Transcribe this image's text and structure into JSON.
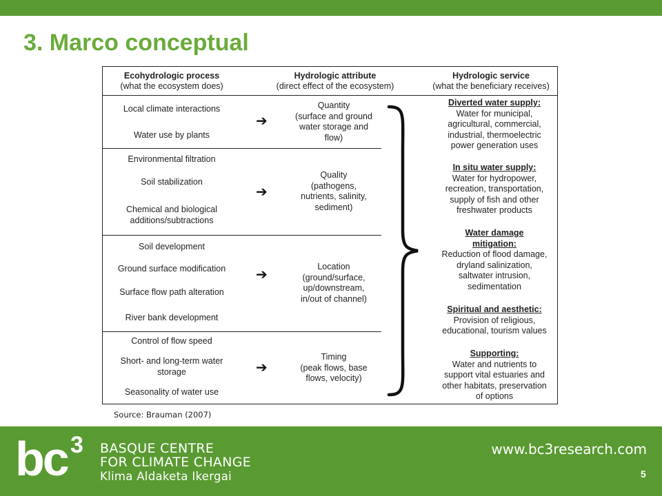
{
  "title": "3. Marco conceptual",
  "headers": {
    "process": {
      "title": "Ecohydrologic process",
      "subtitle": "(what the ecosystem does)"
    },
    "attribute": {
      "title": "Hydrologic attribute",
      "subtitle": "(direct effect of the ecosystem)"
    },
    "service": {
      "title": "Hydrologic service",
      "subtitle": "(what the beneficiary receives)"
    }
  },
  "groups": [
    {
      "processes": [
        "Local climate interactions",
        "Water use by plants"
      ],
      "attribute": [
        "Quantity",
        "(surface and ground",
        "water storage and",
        "flow)"
      ]
    },
    {
      "processes": [
        "Environmental filtration",
        "Soil stabilization",
        "Chemical and biological additions/subtractions"
      ],
      "attribute": [
        "Quality",
        "(pathogens,",
        "nutrients, salinity,",
        "sediment)"
      ]
    },
    {
      "processes": [
        "Soil development",
        "Ground surface modification",
        "Surface flow path alteration",
        "River bank development"
      ],
      "attribute": [
        "Location",
        "(ground/surface,",
        "up/downstream,",
        "in/out of channel)"
      ]
    },
    {
      "processes": [
        "Control of flow speed",
        "Short- and long-term water storage",
        "Seasonality of water use"
      ],
      "attribute": [
        "Timing",
        "(peak flows, base",
        "flows, velocity)"
      ]
    }
  ],
  "arrow_glyph": "➔",
  "services": [
    {
      "title": "Diverted water supply:",
      "body": [
        "Water for municipal,",
        "agricultural, commercial,",
        "industrial, thermoelectric",
        "power generation uses"
      ]
    },
    {
      "title": "In situ water supply:",
      "body": [
        "Water for hydropower,",
        "recreation, transportation,",
        "supply of fish and other",
        "freshwater products"
      ]
    },
    {
      "title": "Water damage mitigation:",
      "body": [
        "Reduction of flood damage,",
        "dryland salinization,",
        "saltwater intrusion,",
        "sedimentation"
      ]
    },
    {
      "title": "Spiritual and aesthetic:",
      "body": [
        "Provision of religious,",
        "educational, tourism values"
      ]
    },
    {
      "title": "Supporting:",
      "body": [
        "Water and nutrients to",
        "support vital estuaries and",
        "other habitats, preservation",
        "of options"
      ]
    }
  ],
  "source": "Source: Brauman (2007)",
  "footer": {
    "logo_text": "bc",
    "logo_sup": "3",
    "org_line1": "BASQUE CENTRE",
    "org_line2": "FOR CLIMATE CHANGE",
    "org_line3": "Klima Aldaketa Ikergai",
    "url": "www.bc3research.com",
    "page_number": "5"
  },
  "colors": {
    "brand_green": "#5a9a32",
    "title_green": "#6aab3a"
  }
}
